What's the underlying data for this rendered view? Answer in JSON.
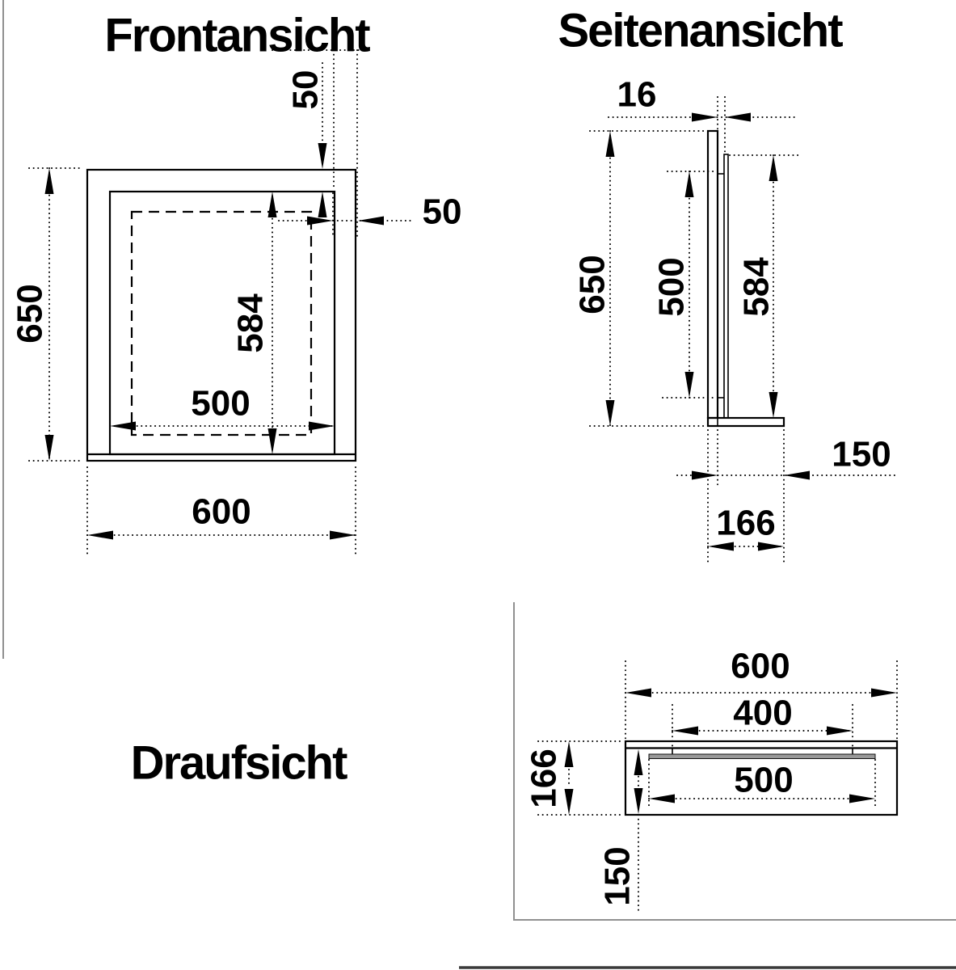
{
  "page": {
    "background": "#ffffff",
    "line_color": "#000000",
    "frame_color": "#909090",
    "bottom_rule_color": "#3a3a3a",
    "glass_fill": "#999999"
  },
  "views": {
    "front": {
      "title": "Frontansicht",
      "dims": {
        "overall_height": "650",
        "overall_width": "600",
        "glass_height": "584",
        "glass_width": "500",
        "frame_top": "50",
        "frame_right": "50"
      }
    },
    "side": {
      "title": "Seitenansicht",
      "dims": {
        "panel_thickness": "16",
        "overall_height": "650",
        "rail_height": "500",
        "glass_height": "584",
        "foot_depth": "150",
        "base_depth": "166"
      }
    },
    "top": {
      "title": "Draufsicht",
      "dims": {
        "overall_width": "600",
        "bracket_spacing": "400",
        "glass_width": "500",
        "base_depth": "166",
        "foot_depth": "150"
      }
    }
  }
}
